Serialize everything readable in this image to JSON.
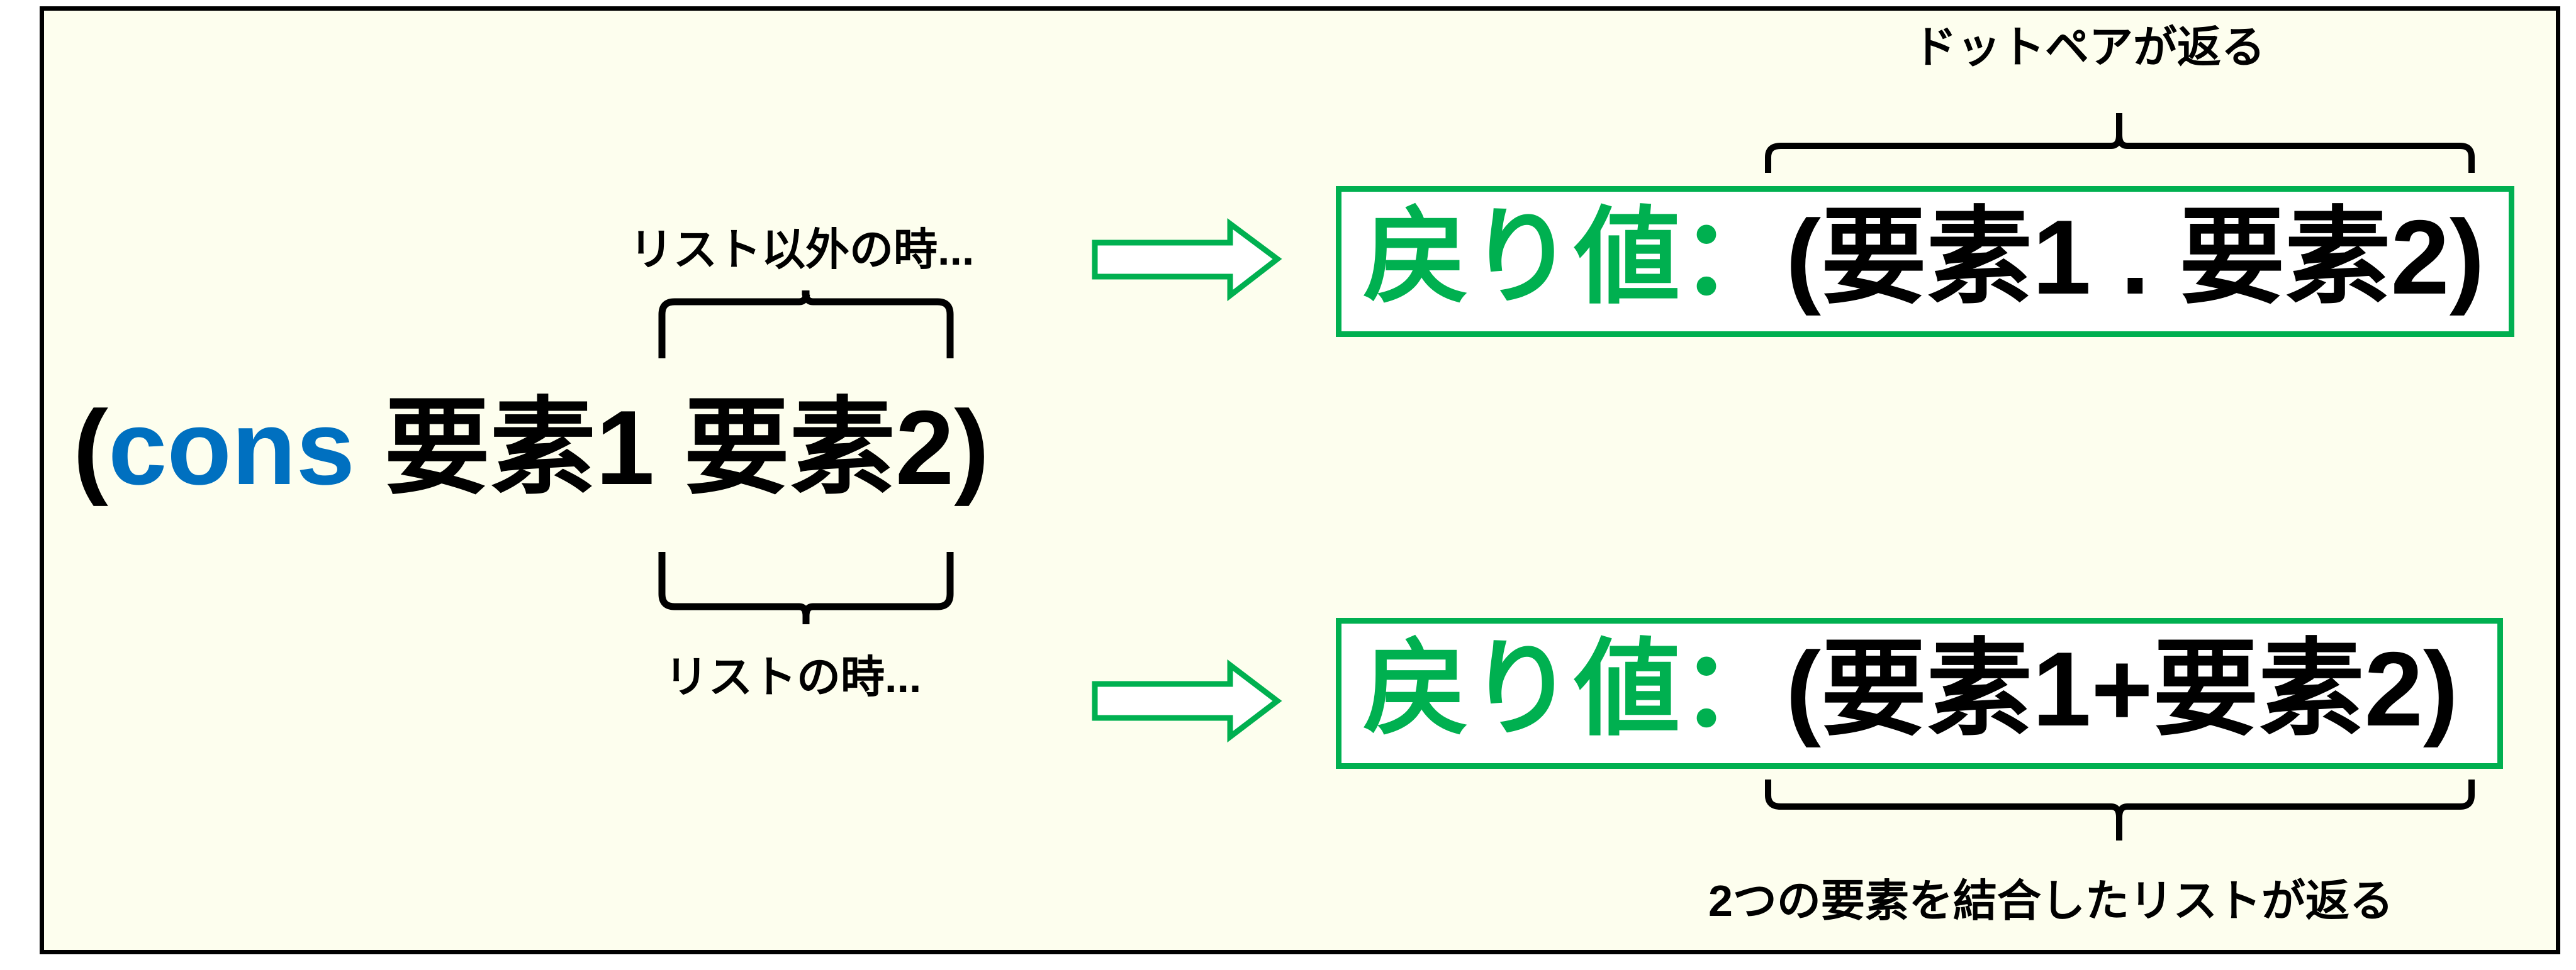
{
  "expression": {
    "open": "(",
    "keyword": "cons",
    "args": " 要素1 要素2",
    "close": ")"
  },
  "branches": [
    {
      "condition": "リスト以外の時...",
      "result_label": "戻り値：",
      "result_value": "(要素1 . 要素2)",
      "note": "ドットペアが返る"
    },
    {
      "condition": "リストの時...",
      "result_label": "戻り値：",
      "result_value": "(要素1+要素2)",
      "note": "2つの要素を結合したリストが返る"
    }
  ],
  "colors": {
    "keyword": "#0070c0",
    "accent": "#00b050",
    "background": "#fdfeee"
  }
}
